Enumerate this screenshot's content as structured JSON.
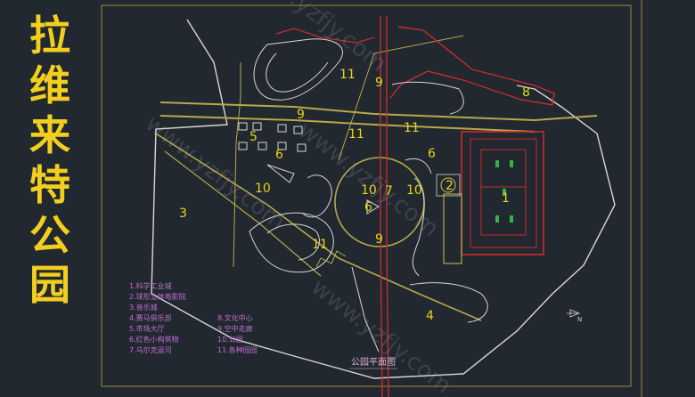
{
  "title_chars": [
    "拉",
    "维",
    "来",
    "特",
    "公",
    "园"
  ],
  "caption": "公园平面图",
  "north_label": "N",
  "area_labels": [
    "11",
    "9",
    "9",
    "8",
    "5",
    "6",
    "11",
    "11",
    "6",
    "10",
    "10",
    "7",
    "10",
    "2",
    "1",
    "3",
    "6",
    "9",
    "11",
    "4"
  ],
  "legend_left": [
    "1.科学工业城",
    "2.球形立体电影院",
    "3.音乐城",
    "4.赛马俱乐部",
    "5.市场大厅",
    "6.红色小构筑物",
    "7.乌尔克运河"
  ],
  "legend_right": [
    "8.文化中心",
    "9.空中走廊",
    "10.公园",
    "11.各种园园"
  ],
  "watermark": "www.yzfjy.com"
}
